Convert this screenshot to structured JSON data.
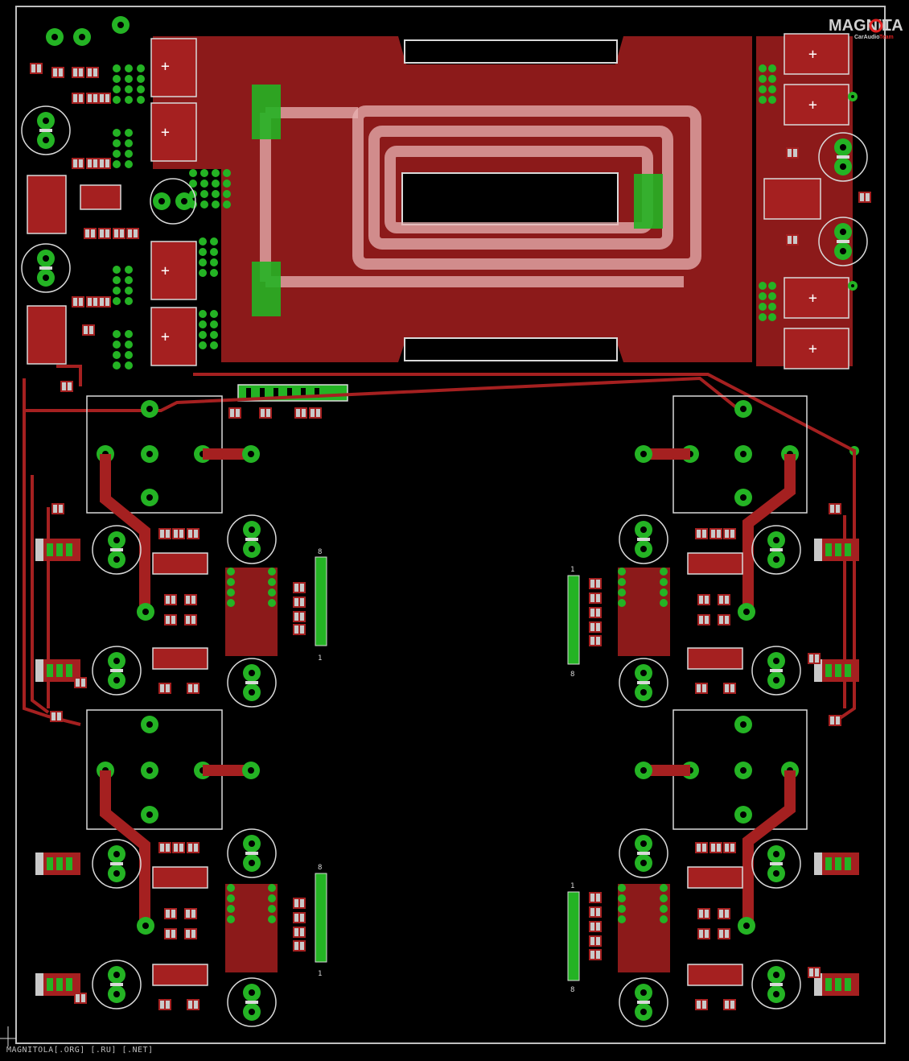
{
  "logo": {
    "brand_left": "MAGNIT",
    "brand_right": "LA",
    "tagline_left": "CarAudio",
    "tagline_right": "Team",
    "accent": "#e01f1f"
  },
  "footer": {
    "text": "MAGNITOLA[.ORG] [.RU] [.NET]"
  },
  "connector_pins": {
    "top_left": [
      "1",
      "8"
    ],
    "top_right": [
      "1",
      "8"
    ],
    "bottom_left": [
      "1",
      "8"
    ],
    "bottom_right": [
      "1",
      "8"
    ]
  },
  "colors": {
    "background": "#000000",
    "copper_top": "#8c1a1a",
    "trace": "#a52020",
    "pad": "#24b324",
    "silkscreen": "#d9d9d9",
    "keepout": "#2222aa",
    "outline": "#bfbfbf"
  }
}
